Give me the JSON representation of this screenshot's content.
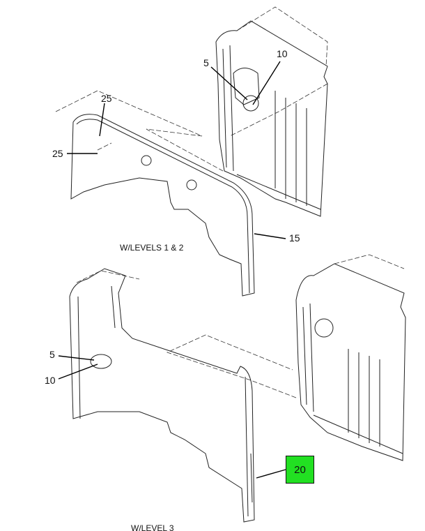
{
  "diagram": {
    "upper_view": {
      "caption": "W/LEVELS 1 & 2",
      "callouts": [
        "25",
        "25",
        "5",
        "10",
        "15"
      ]
    },
    "lower_view": {
      "caption": "W/LEVEL 3",
      "callouts": [
        "5",
        "10"
      ],
      "highlighted_callout": "20"
    },
    "highlight_color": "#22e022"
  }
}
